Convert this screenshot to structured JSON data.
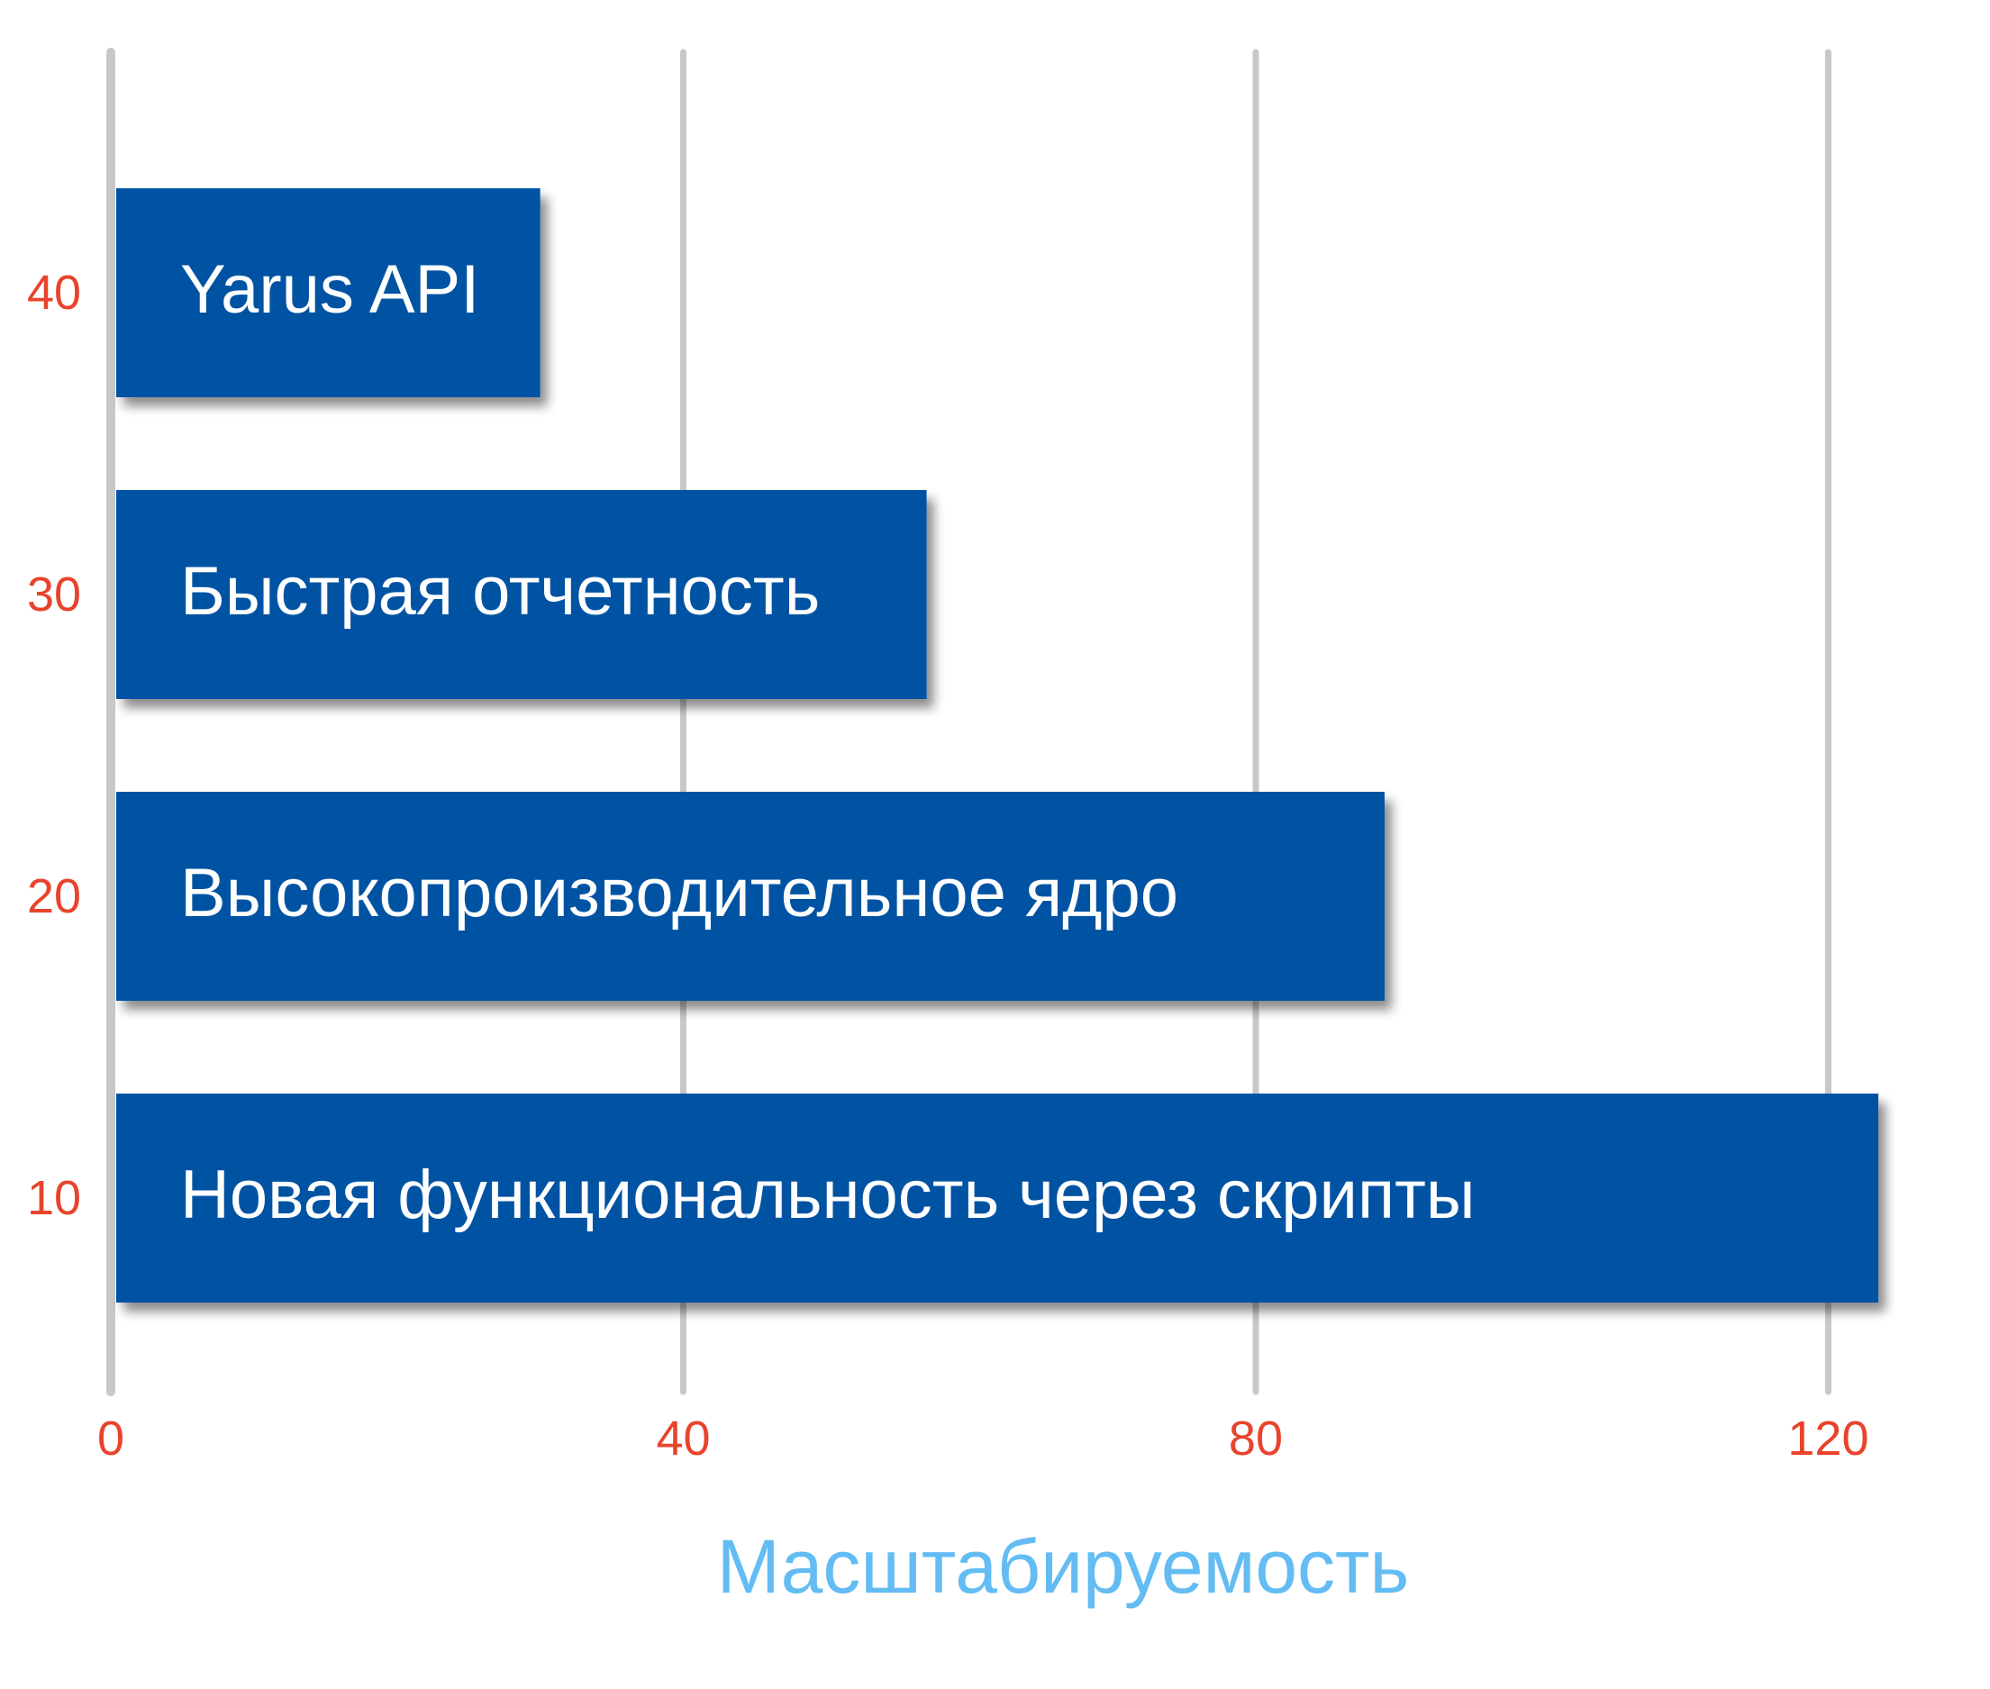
{
  "chart_data": {
    "type": "bar",
    "orientation": "horizontal",
    "y_ticks": [
      "10",
      "20",
      "30",
      "40"
    ],
    "x_ticks": [
      0,
      40,
      80,
      120
    ],
    "xlim": [
      0,
      124
    ],
    "xlabel": "Масштабируемость",
    "ylabel": "",
    "title": "",
    "grid": "vertical",
    "legend": "none",
    "bars": [
      {
        "y": 40,
        "label": "Yarus API",
        "value": 30
      },
      {
        "y": 30,
        "label": "Быстрая отчетность",
        "value": 57
      },
      {
        "y": 20,
        "label": "Высокопроизводительное ядро",
        "value": 89
      },
      {
        "y": 10,
        "label": "Новая функциональность через скрипты",
        "value": 123.5
      }
    ],
    "colors": {
      "bar": "#0253a3",
      "bar_text": "#ffffff",
      "tick_labels": "#e8432c",
      "axis_title": "#63bcf3",
      "grid": "#c8c8c8"
    }
  }
}
